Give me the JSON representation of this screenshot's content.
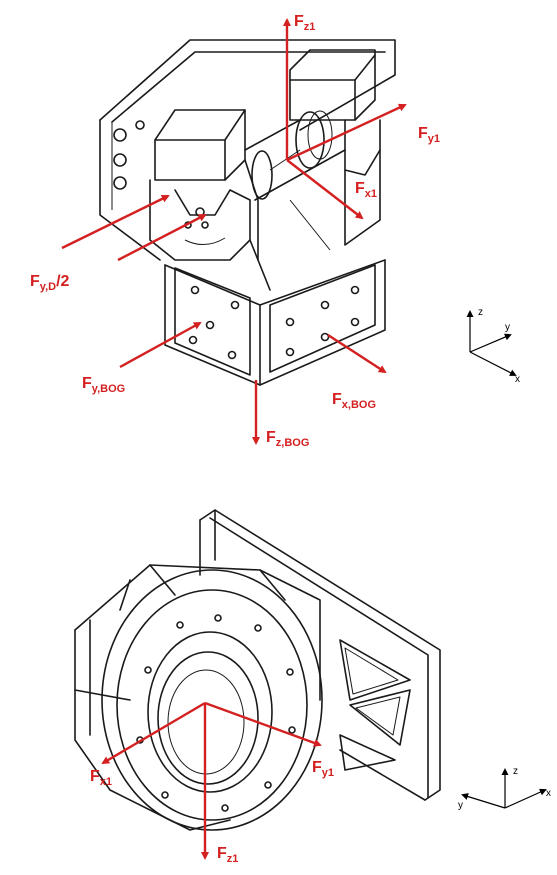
{
  "colors": {
    "force": "#d42020",
    "drawing": "#1a1a1a"
  },
  "top_figure": {
    "forces": {
      "fz1": {
        "main": "F",
        "sub": "z1"
      },
      "fy1": {
        "main": "F",
        "sub": "y1"
      },
      "fx1": {
        "main": "F",
        "sub": "x1"
      },
      "fyd": {
        "main": "F",
        "sub": "y,D",
        "tail": "/2"
      },
      "fybog": {
        "main": "F",
        "sub": "y,BOG"
      },
      "fxbog": {
        "main": "F",
        "sub": "x,BOG"
      },
      "fzbog": {
        "main": "F",
        "sub": "z,BOG"
      }
    },
    "axes": {
      "z": "z",
      "y": "y",
      "x": "x"
    }
  },
  "bottom_figure": {
    "forces": {
      "fx1": {
        "main": "F",
        "sub": "x1"
      },
      "fy1": {
        "main": "F",
        "sub": "y1"
      },
      "fz1": {
        "main": "F",
        "sub": "z1"
      }
    },
    "axes": {
      "z": "z",
      "y": "y",
      "x": "x"
    }
  }
}
